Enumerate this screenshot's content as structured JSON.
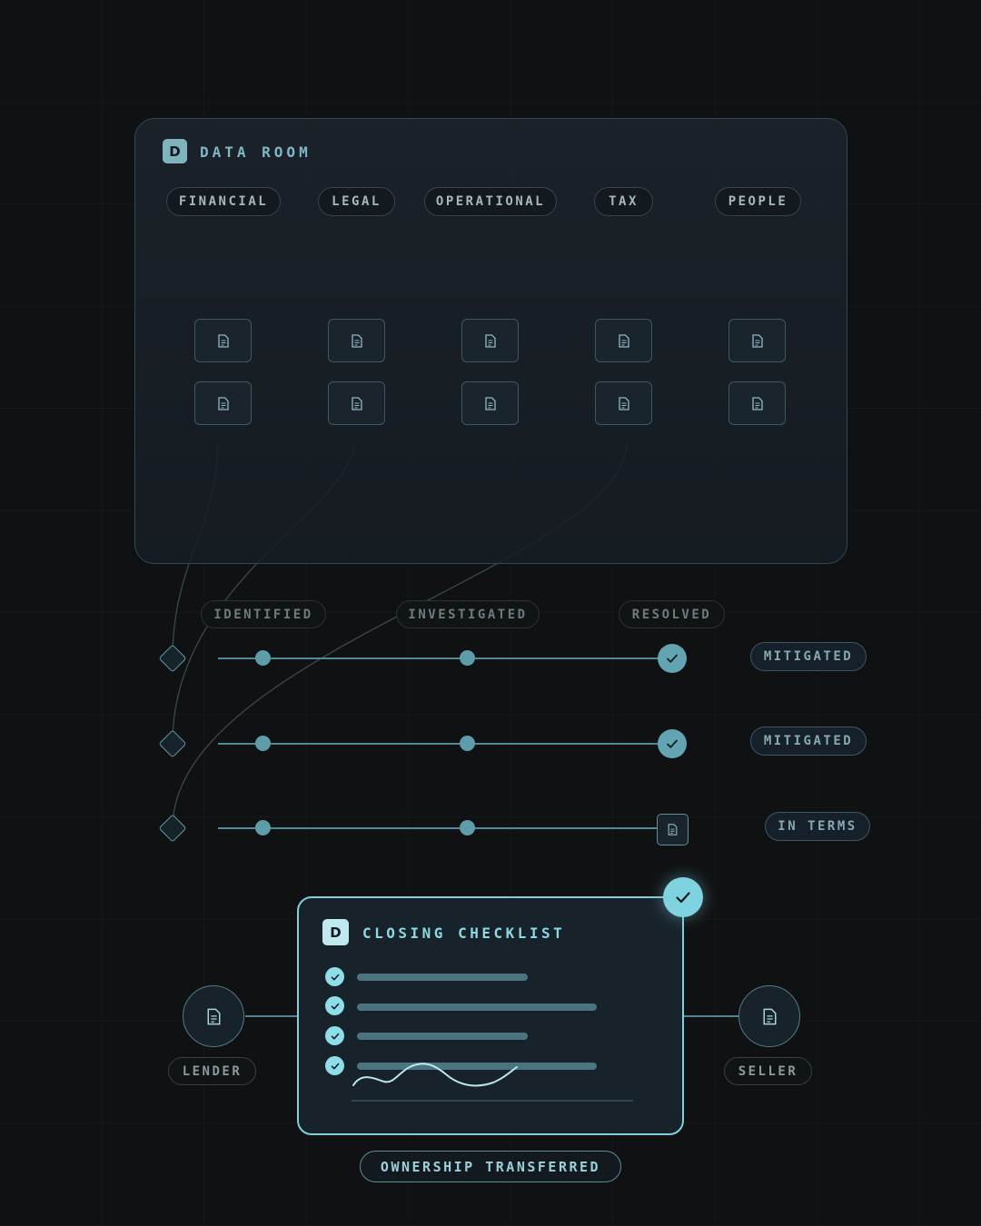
{
  "data_room": {
    "badge": "D",
    "title": "DATA ROOM",
    "categories": [
      "FINANCIAL",
      "LEGAL",
      "OPERATIONAL",
      "TAX",
      "PEOPLE"
    ]
  },
  "stages": [
    "IDENTIFIED",
    "INVESTIGATED",
    "RESOLVED"
  ],
  "issues": [
    {
      "status": "MITIGATED",
      "end": "check-icon"
    },
    {
      "status": "MITIGATED",
      "end": "check-icon"
    },
    {
      "status": "IN TERMS",
      "end": "document-icon"
    }
  ],
  "closing": {
    "badge": "D",
    "title": "CLOSING CHECKLIST",
    "items_checked": 4,
    "footer": "OWNERSHIP TRANSFERRED"
  },
  "parties": {
    "left": "LENDER",
    "right": "SELLER"
  },
  "colors": {
    "accent": "#7fcfdc",
    "teal": "#5d9ca8",
    "background": "#101112"
  }
}
